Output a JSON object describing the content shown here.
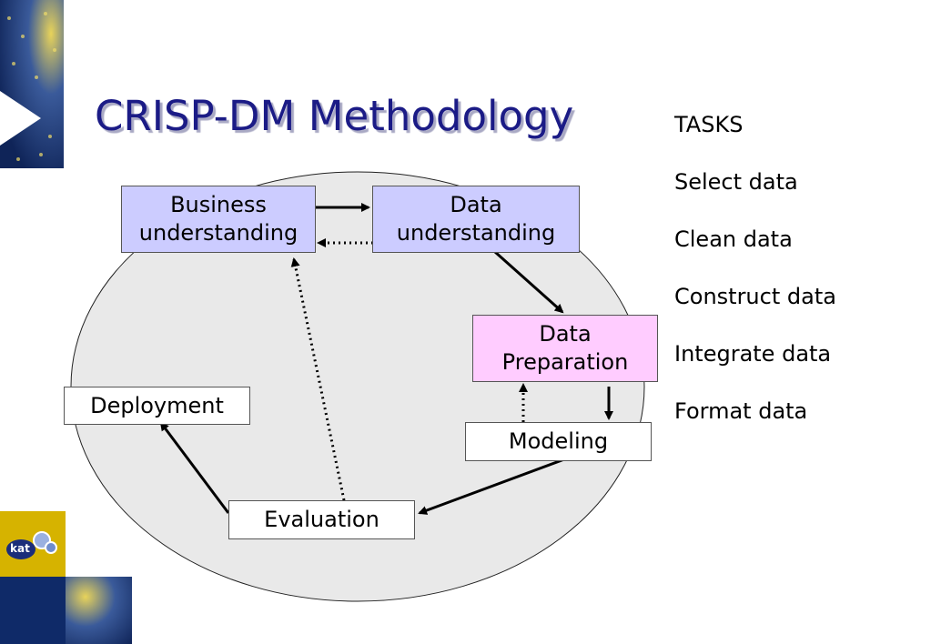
{
  "slide": {
    "title": "CRISP-DM Methodology"
  },
  "tasks": {
    "heading": "TASKS",
    "items": [
      "Select data",
      "Clean data",
      "Construct data",
      "Integrate data",
      "Format data"
    ]
  },
  "diagram": {
    "nodes": {
      "business_understanding": "Business understanding",
      "data_understanding": "Data understanding",
      "data_preparation": "Data Preparation",
      "modeling": "Modeling",
      "evaluation": "Evaluation",
      "deployment": "Deployment"
    }
  },
  "logo": {
    "text": "kat"
  },
  "colors": {
    "title": "#1b1b86",
    "phase_box_blue": "#ccccff",
    "phase_box_pink": "#ffccff",
    "cycle_ellipse": "#e9e9e9",
    "logo_yellow": "#d6b300",
    "decor_blue": "#1f3a7a"
  }
}
